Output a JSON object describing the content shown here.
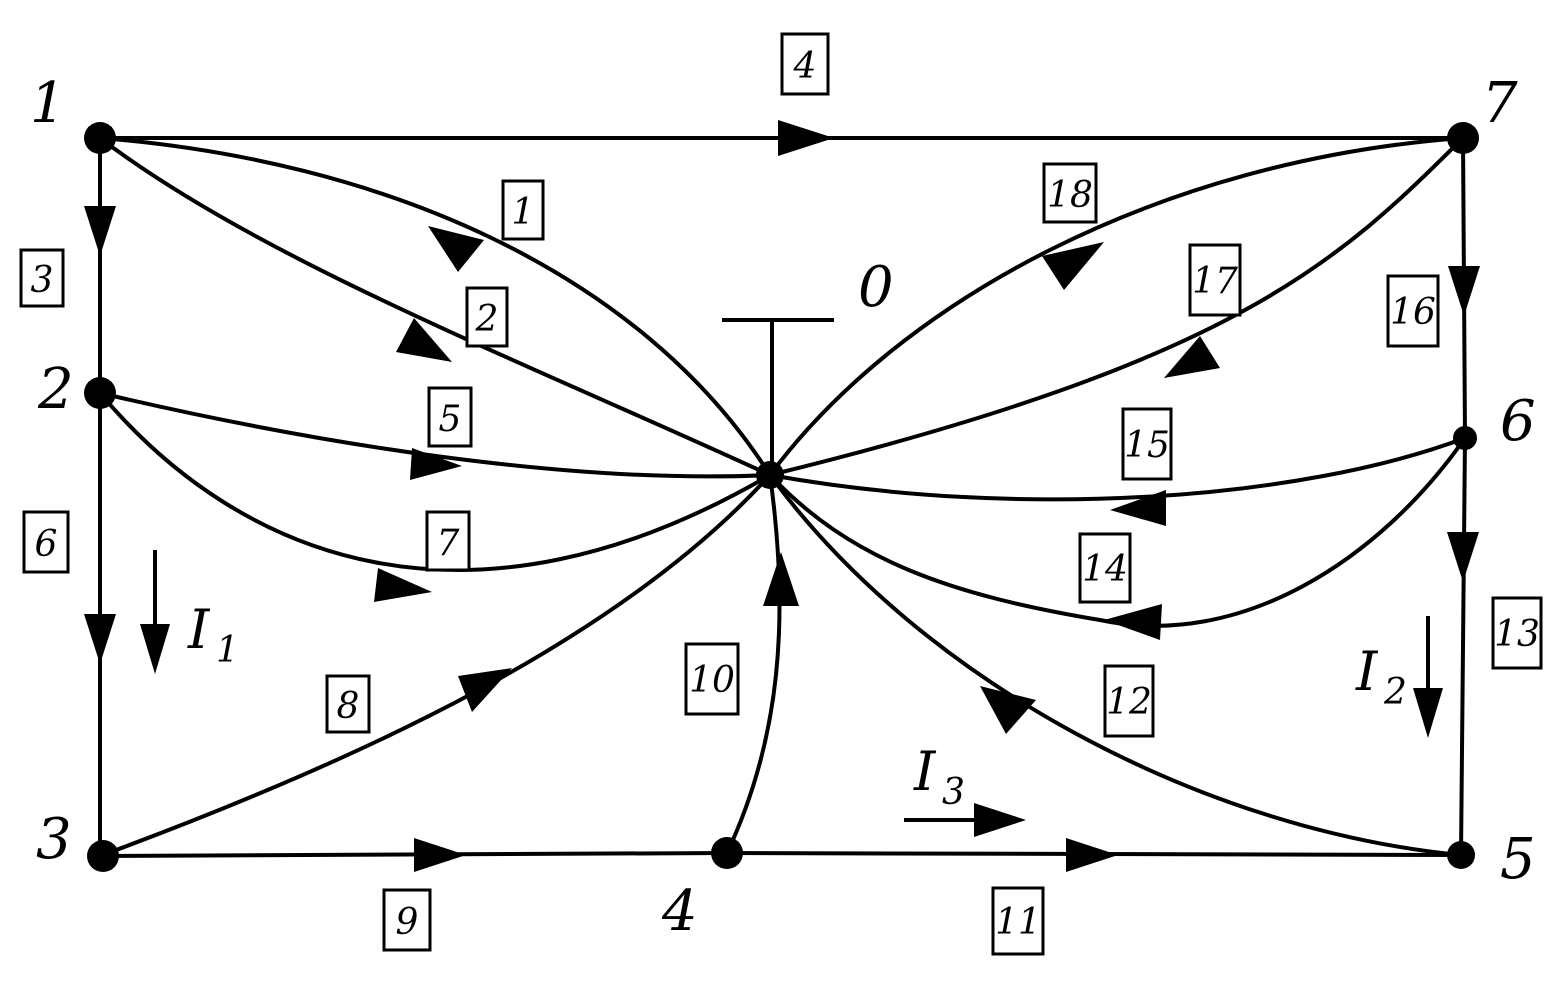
{
  "diagram": {
    "nodes": [
      {
        "id": "1",
        "label": "1"
      },
      {
        "id": "2",
        "label": "2"
      },
      {
        "id": "3",
        "label": "3"
      },
      {
        "id": "4",
        "label": "4"
      },
      {
        "id": "5",
        "label": "5"
      },
      {
        "id": "6",
        "label": "6"
      },
      {
        "id": "7",
        "label": "7"
      },
      {
        "id": "0",
        "label": "0"
      }
    ],
    "branches": [
      {
        "label": "1",
        "from": "0",
        "to": "1"
      },
      {
        "label": "2",
        "from": "1",
        "to": "0"
      },
      {
        "label": "3",
        "from": "1",
        "to": "2"
      },
      {
        "label": "4",
        "from": "1",
        "to": "7"
      },
      {
        "label": "5",
        "from": "2",
        "to": "0"
      },
      {
        "label": "6",
        "from": "2",
        "to": "3"
      },
      {
        "label": "7",
        "from": "2",
        "to": "0"
      },
      {
        "label": "8",
        "from": "3",
        "to": "0"
      },
      {
        "label": "9",
        "from": "3",
        "to": "4"
      },
      {
        "label": "10",
        "from": "4",
        "to": "0"
      },
      {
        "label": "11",
        "from": "4",
        "to": "5"
      },
      {
        "label": "12",
        "from": "5",
        "to": "0"
      },
      {
        "label": "13",
        "from": "6",
        "to": "5"
      },
      {
        "label": "14",
        "from": "6",
        "to": "0"
      },
      {
        "label": "15",
        "from": "6",
        "to": "0"
      },
      {
        "label": "16",
        "from": "7",
        "to": "6"
      },
      {
        "label": "17",
        "from": "7",
        "to": "0"
      },
      {
        "label": "18",
        "from": "0",
        "to": "7"
      }
    ],
    "currents": [
      {
        "symbol": "I",
        "subscript": "1"
      },
      {
        "symbol": "I",
        "subscript": "2"
      },
      {
        "symbol": "I",
        "subscript": "3"
      }
    ]
  }
}
